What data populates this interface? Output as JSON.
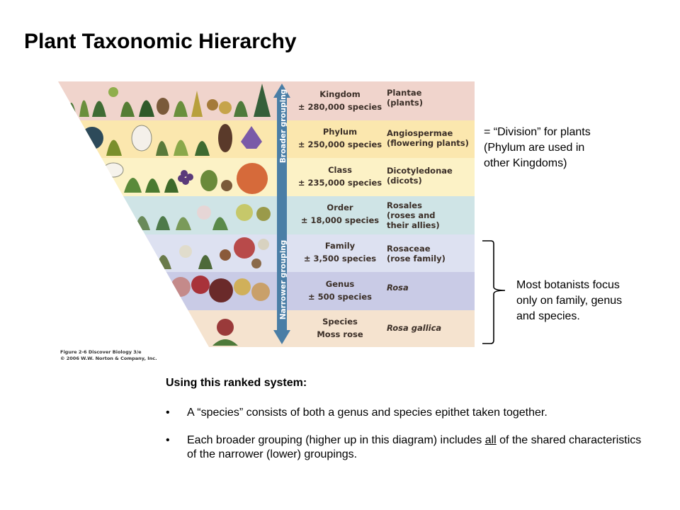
{
  "title": "Plant Taxonomic Hierarchy",
  "diagram": {
    "arrow_labels": {
      "up": "Broader grouping",
      "down": "Narrower grouping"
    },
    "bands": [
      {
        "rank": "Kingdom",
        "count": "± 280,000 species",
        "example": [
          "Plantae",
          "(plants)"
        ],
        "italic": false,
        "color": "#f0d4cc"
      },
      {
        "rank": "Phylum",
        "count": "± 250,000 species",
        "example": [
          "Angiospermae",
          "(flowering plants)"
        ],
        "italic": false,
        "color": "#fbe7ae"
      },
      {
        "rank": "Class",
        "count": "± 235,000 species",
        "example": [
          "Dicotyledonae",
          "(dicots)"
        ],
        "italic": false,
        "color": "#fcf2c6"
      },
      {
        "rank": "Order",
        "count": "± 18,000 species",
        "example": [
          "Rosales",
          "(roses and",
          "their allies)"
        ],
        "italic": false,
        "color": "#cfe4e6"
      },
      {
        "rank": "Family",
        "count": "± 3,500 species",
        "example": [
          "Rosaceae",
          "(rose family)"
        ],
        "italic": false,
        "color": "#dde1f1"
      },
      {
        "rank": "Genus",
        "count": "± 500 species",
        "example": [
          "Rosa"
        ],
        "italic": true,
        "color": "#c9cbe6"
      },
      {
        "rank": "Species",
        "count": "Moss rose",
        "example": [
          "Rosa gallica"
        ],
        "italic": true,
        "color": "#f5e3cf"
      }
    ],
    "caption": [
      "Figure 2-6 Discover Biology 3/e",
      "© 2006 W.W. Norton & Company, Inc."
    ]
  },
  "notes": {
    "phylum_note": [
      "= “Division” for plants",
      "(Phylum are used in",
      "other Kingdoms)"
    ],
    "focus_note": [
      "Most botanists focus",
      "only on family, genus",
      "and species."
    ]
  },
  "body": {
    "heading": "Using this ranked system:",
    "bullet_char": "•",
    "bullet1": "A “species” consists of both a genus and species epithet taken together.",
    "bullet2_before": "Each broader grouping (higher up in this diagram) includes ",
    "bullet2_underlined": "all",
    "bullet2_after": " of the shared characteristics of the narrower (lower) groupings."
  }
}
